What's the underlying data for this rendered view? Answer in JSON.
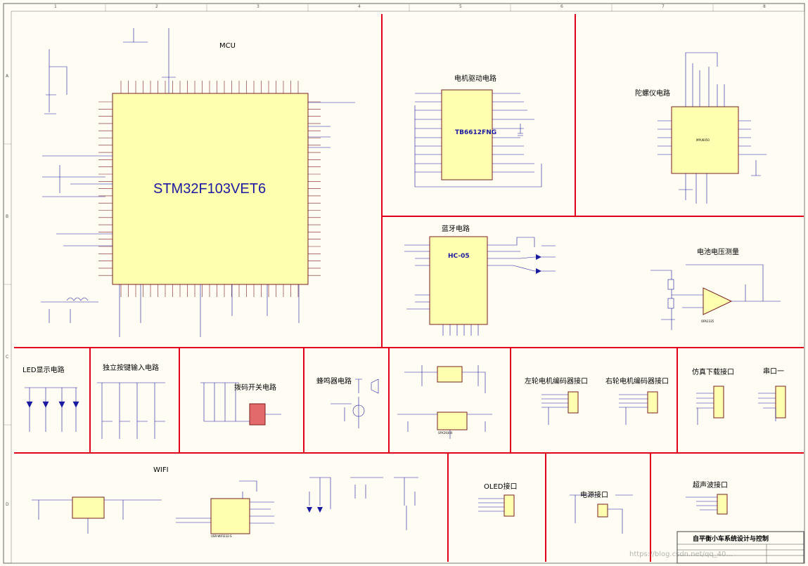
{
  "colors": {
    "border": "#e0001b",
    "wire": "#1a1aa0",
    "chip_fill": "#ffffb0",
    "chip_border": "#7a1f1f",
    "paper": "#fffdf3"
  },
  "ruler": {
    "top": [
      "1",
      "2",
      "3",
      "4",
      "5",
      "6",
      "7",
      "8"
    ],
    "left": [
      "A",
      "B",
      "C",
      "D"
    ]
  },
  "mcu": {
    "section_title": "MCU",
    "part": "STM32F103VET6"
  },
  "motor": {
    "section_title": "电机驱动电路",
    "part": "TB6612FNG"
  },
  "gyro": {
    "section_title": "陀螺仪电路",
    "part": "MPU6050"
  },
  "bluetooth": {
    "section_title": "蓝牙电路",
    "part": "HC-05"
  },
  "battery": {
    "section_title": "电池电压测量",
    "part": "OPA2335"
  },
  "led": {
    "section_title": "LED显示电路"
  },
  "keys": {
    "section_title": "独立按键输入电路"
  },
  "dip": {
    "section_title": "拨码开关电路"
  },
  "buzzer": {
    "section_title": "蜂鸣器电路"
  },
  "ldo": {
    "part": "SPX29300"
  },
  "left_encoder": {
    "section_title": "左轮电机编码器接口"
  },
  "right_encoder": {
    "section_title": "右轮电机编码器接口"
  },
  "download": {
    "section_title": "仿真下载接口"
  },
  "uart": {
    "section_title": "串口一"
  },
  "wifi": {
    "section_title": "WIFI",
    "part": "USR-WIFI232-S"
  },
  "oled": {
    "section_title": "OLED接口"
  },
  "power": {
    "section_title": "电源接口"
  },
  "ultrasonic": {
    "section_title": "超声波接口"
  },
  "title_block": {
    "title": "自平衡小车系统设计与控制"
  },
  "watermark": "https://blog.csdn.net/qq_40..."
}
